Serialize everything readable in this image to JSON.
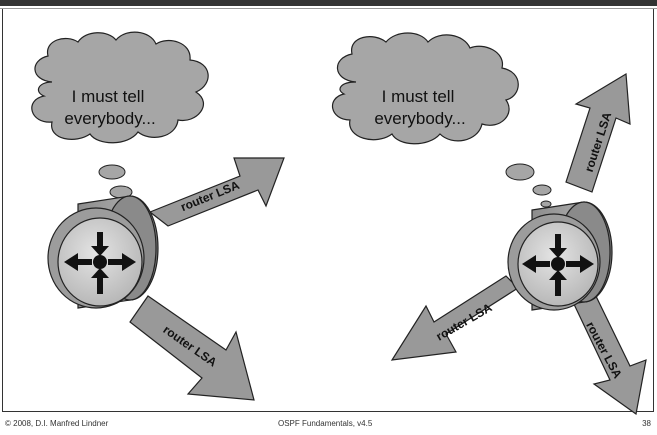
{
  "slide": {
    "footer_left": "© 2008, D.I. Manfred Lindner",
    "footer_center": "OSPF Fundamentals, v4.5",
    "footer_right": "38"
  },
  "left_scene": {
    "thought_line1": "I must tell",
    "thought_line2": "everybody...",
    "arrow_up_label": "router LSA",
    "arrow_down_label": "router LSA"
  },
  "right_scene": {
    "thought_line1": "I must tell",
    "thought_line2": "everybody...",
    "arrow_up_label": "router LSA",
    "arrow_left_label": "router LSA",
    "arrow_down_label": "router LSA"
  },
  "colors": {
    "cloud_fill": "#a6a6a6",
    "arrow_fill": "#999999",
    "router_body": "#9c9c9c",
    "router_face": "#d0d0d0",
    "router_arrows": "#111111",
    "frame": "#333333"
  },
  "icons": [
    "router-icon",
    "thought-cloud-icon",
    "arrow-icon"
  ]
}
